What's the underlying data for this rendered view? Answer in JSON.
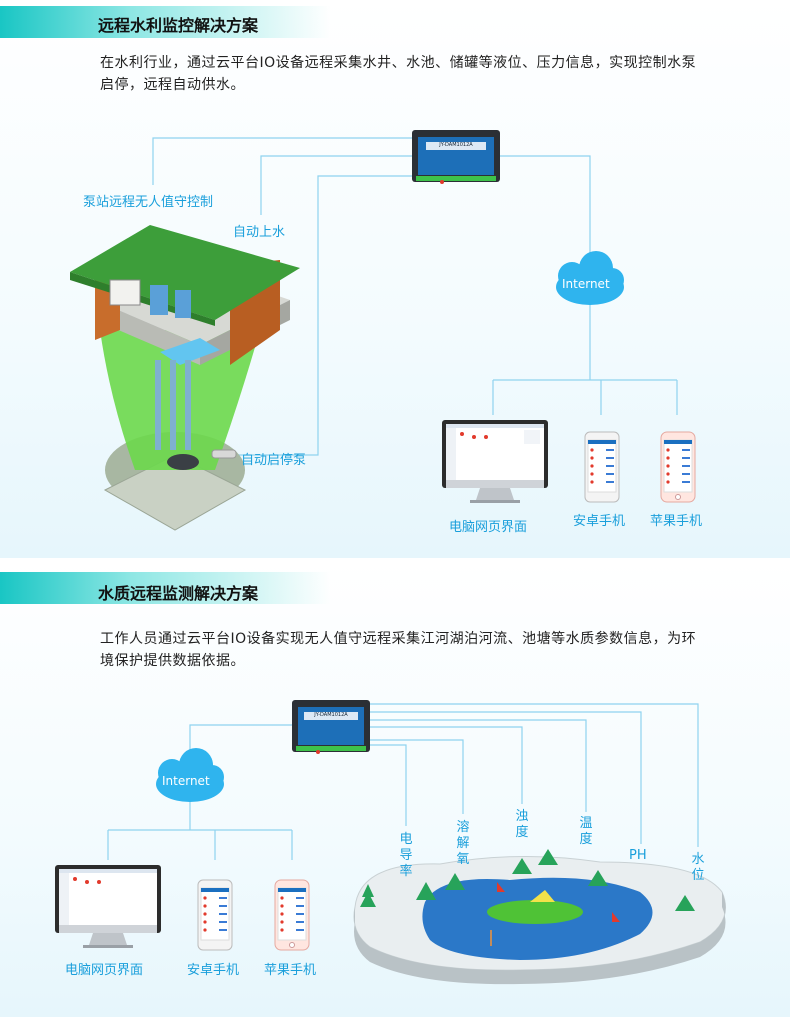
{
  "section1": {
    "title": "远程水利监控解决方案",
    "description": "在水利行业，通过云平台IO设备远程采集水井、水池、储罐等液位、压力信息，实现控制水泵启停，远程自动供水。",
    "labels": {
      "pump_station": "泵站远程无人值守控制",
      "auto_fill": "自动上水",
      "auto_pump": "自动启停泵",
      "internet": "Internet",
      "pc_web": "电脑网页界面",
      "android": "安卓手机",
      "apple": "苹果手机"
    },
    "device_label": "JY-DAM1012A"
  },
  "section2": {
    "title": "水质远程监测解决方案",
    "description": "工作人员通过云平台IO设备实现无人值守远程采集江河湖泊河流、池塘等水质参数信息，为环境保护提供数据依据。",
    "labels": {
      "internet": "Internet",
      "pc_web": "电脑网页界面",
      "android": "安卓手机",
      "apple": "苹果手机",
      "conductivity": "电导率",
      "dissolved_oxygen": "溶解氧",
      "turbidity": "浊度",
      "temperature": "温度",
      "ph": "PH",
      "water_level": "水位"
    },
    "device_label": "JY-DAM1012A"
  },
  "colors": {
    "accent": "#1a9fdb",
    "header": "#19c6c4",
    "panel_bg": "#eef9fd",
    "cloud": "#2fb4ee"
  }
}
